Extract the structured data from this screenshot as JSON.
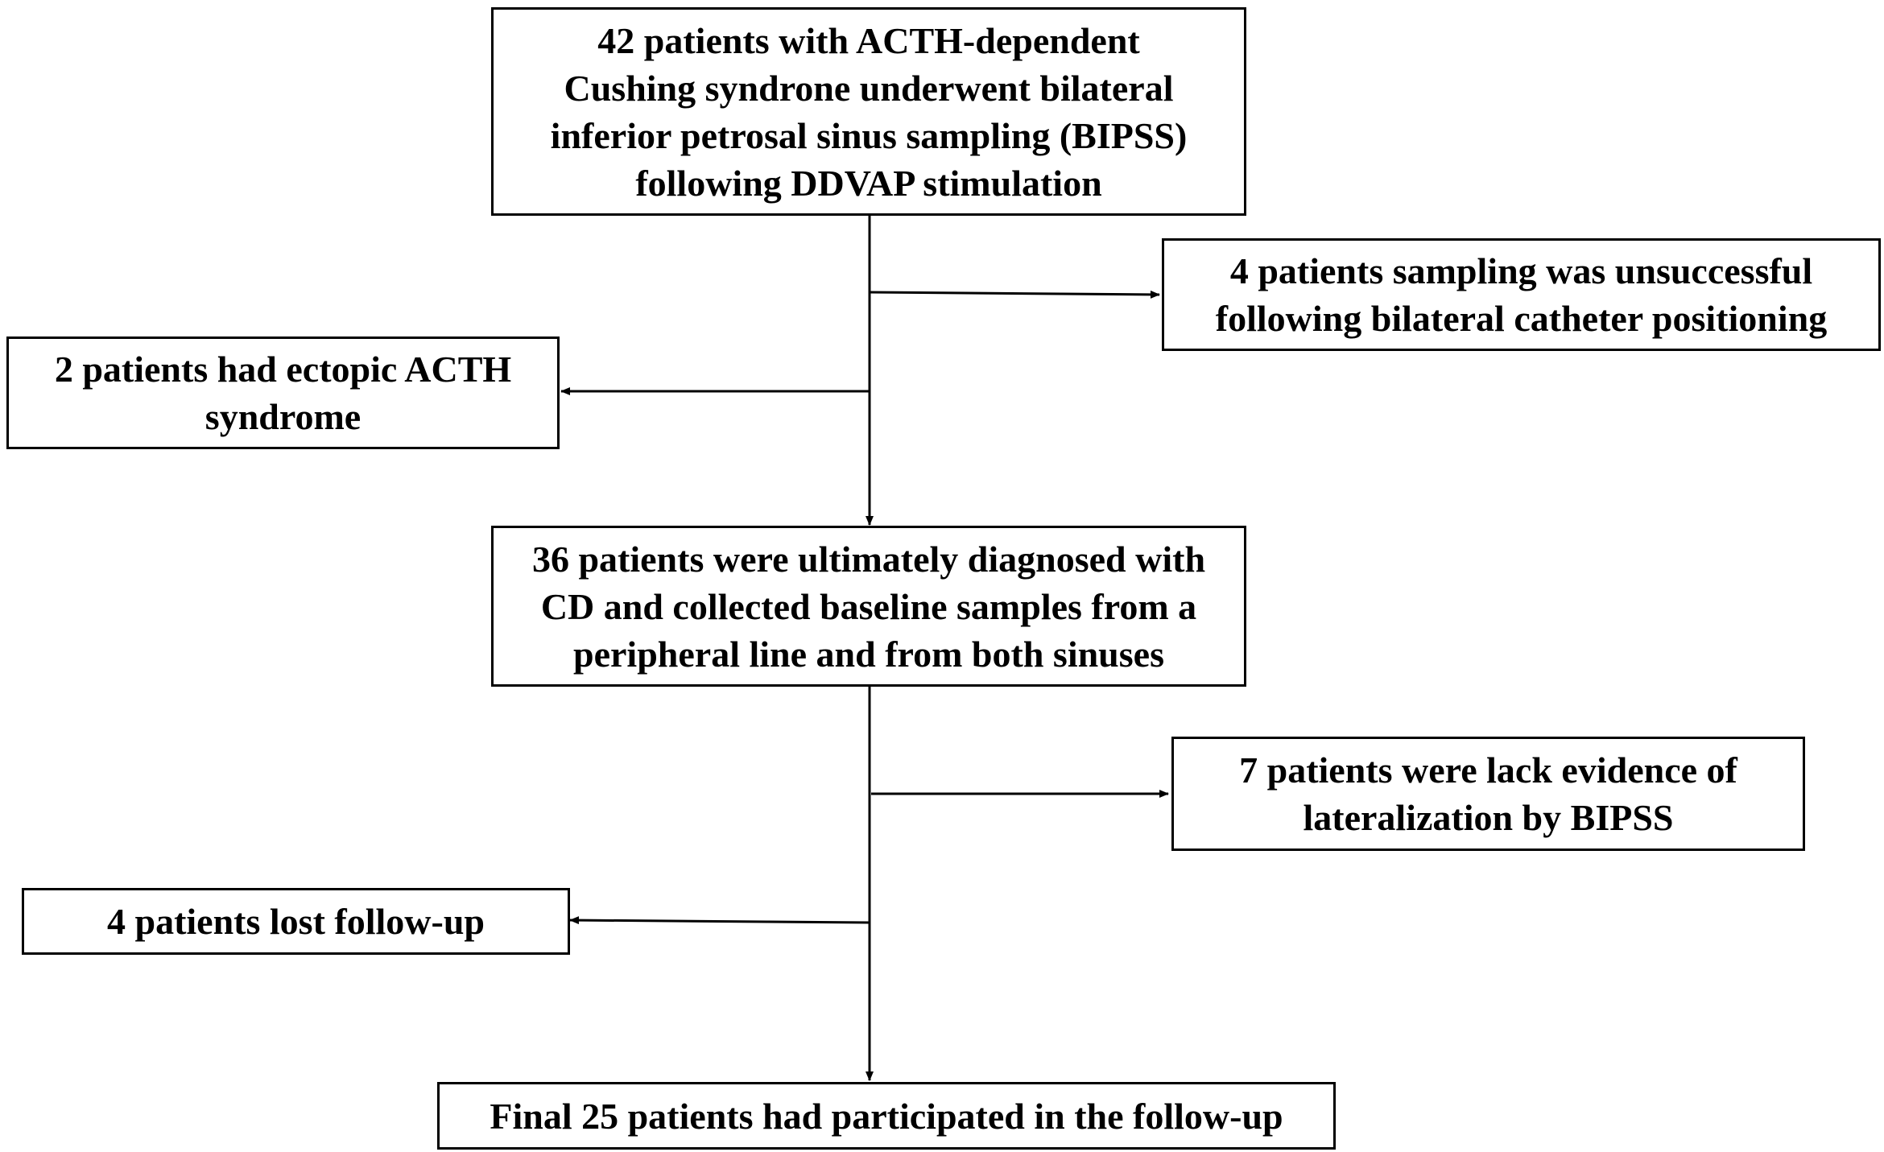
{
  "flowchart": {
    "box_start": {
      "lines": [
        "42 patients with ACTH-dependent",
        "Cushing syndrone underwent bilateral",
        "inferior petrosal sinus sampling (BIPSS)",
        "following DDVAP stimulation"
      ]
    },
    "box_unsuccessful": {
      "lines": [
        "4 patients sampling was unsuccessful",
        "following bilateral catheter positioning"
      ]
    },
    "box_ectopic": {
      "lines": [
        "2 patients had ectopic ACTH",
        "syndrome"
      ]
    },
    "box_cd": {
      "lines": [
        "36 patients were ultimately diagnosed with",
        "CD and collected baseline samples from a",
        "peripheral line and from both sinuses"
      ]
    },
    "box_no_lateralization": {
      "lines": [
        "7 patients  were lack evidence of",
        "lateralization by BIPSS"
      ]
    },
    "box_lost": {
      "lines": [
        "4 patients lost follow-up"
      ]
    },
    "box_final": {
      "lines": [
        "Final 25 patients had participated in the follow-up"
      ]
    }
  }
}
